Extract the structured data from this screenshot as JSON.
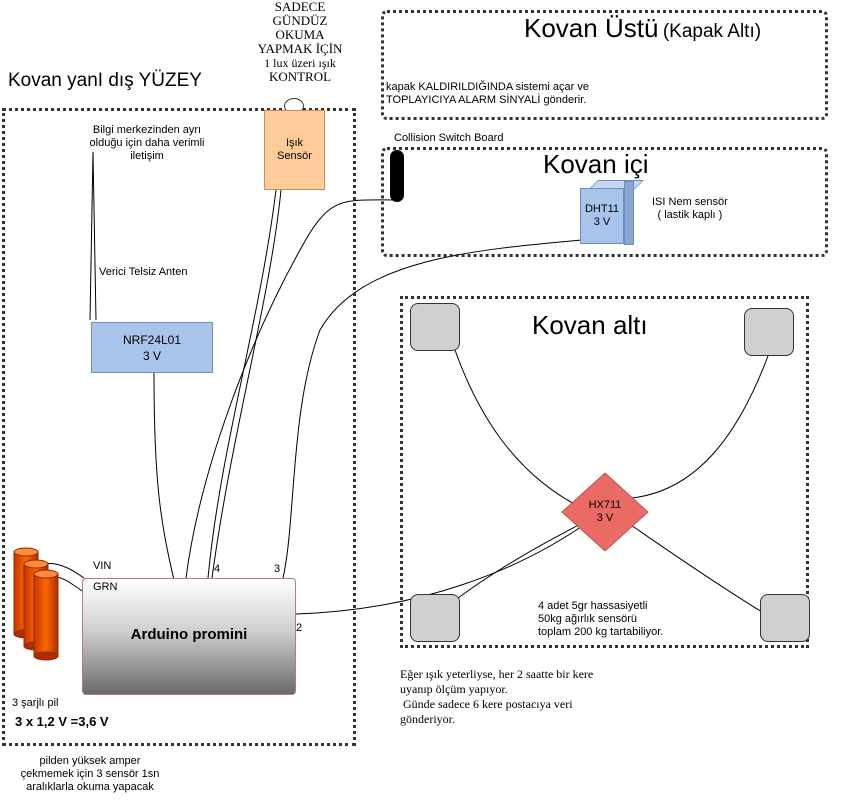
{
  "outer_region": {
    "title": "Kovan yanI dış YÜZEY"
  },
  "light_note": {
    "lines": [
      "SADECE",
      "GÜNDÜZ",
      "OKUMA",
      "YAPMAK İÇİN",
      "1 lux üzeri ışık",
      "KONTROL"
    ]
  },
  "light_sensor": {
    "lines": [
      "Işık",
      "Sensör"
    ]
  },
  "antenna_note": {
    "lines": [
      "Bilgi merkezinden ayrı",
      "olduğu için daha verimli",
      "iletişim"
    ]
  },
  "antenna_label": "Verici Telsiz Anten",
  "nrf": {
    "name": "NRF24L01",
    "voltage": "3 V"
  },
  "top_region": {
    "title": "Kovan Üstü",
    "subtitle": "(Kapak Altı)",
    "note_lines": [
      "kapak KALDIRILDIĞINDA sistemi açar ve",
      "TOPLAYICIYA ALARM SİNYALİ gönderir."
    ]
  },
  "collision_label": "Collision Switch  Board",
  "inside_region": {
    "title": "Kovan içi"
  },
  "dht": {
    "name": "DHT11",
    "voltage": "3 V",
    "note_lines": [
      "ISI Nem sensör",
      "( lastik kaplı )"
    ]
  },
  "bottom_region": {
    "title": "Kovan altı"
  },
  "hx": {
    "name": "HX711",
    "voltage": "3 V"
  },
  "load_note": {
    "lines": [
      "4 adet 5gr hassasiyetli",
      "50kg ağırlık sensörü",
      "toplam 200 kg tartabiliyor."
    ]
  },
  "arduino": {
    "label": "Arduino promini"
  },
  "pins": {
    "vin": "VIN",
    "grn": "GRN",
    "p4": "4",
    "p3": "3",
    "p2": "2"
  },
  "battery": {
    "label": "3 şarjlı pil",
    "formula": "3 x 1,2 V =3,6 V"
  },
  "bottom_note": {
    "lines": [
      "pilden yüksek amper",
      "çekmemek için 3 sensör 1sn",
      "aralıklarla okuma yapacak"
    ]
  },
  "schedule_note": {
    "lines": [
      "Eğer ışık yeterliyse, her 2 saatte bir kere",
      "uyanıp ölçüm yapıyor.",
      " Günde sadece 6 kere postacıya veri",
      "gönderiyor."
    ]
  },
  "colors": {
    "nrf": "#a9c4eb",
    "dht": "#a9c4eb",
    "light_sensor": "#ffcc99",
    "hx": "#ea6b66",
    "battery": "#fa6800",
    "pad": "#d0d0d0"
  }
}
